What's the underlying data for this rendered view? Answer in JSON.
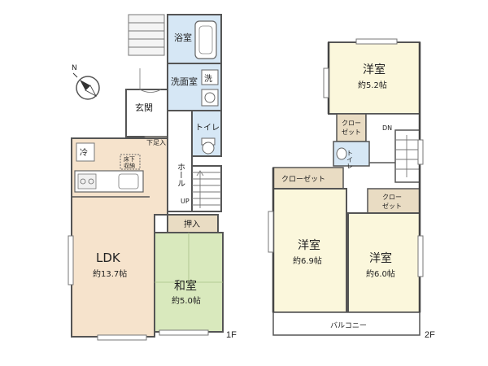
{
  "colors": {
    "ldk": "#f6e3cc",
    "washitsu": "#d9e9bd",
    "bath": "#d6e7f5",
    "corridor": "#ffffff",
    "storage": "#e9dcc3",
    "bedroom": "#fbf7dc",
    "wall": "#555555"
  },
  "icons": [
    "compass-icon",
    "bathtub-icon",
    "toilet-icon",
    "washbasin-icon",
    "stove-icon",
    "sink-icon",
    "stairs-icon"
  ],
  "floor1": {
    "tag": "1F",
    "bath": "浴室",
    "washroom": "洗面室",
    "washer": "洗",
    "entrance": "玄関",
    "toilet": "トイレ",
    "shoebox": "下足入",
    "hall": "ホール",
    "up": "UP",
    "fridge": "冷",
    "underfloor_line1": "床下",
    "underfloor_line2": "収納",
    "oshiire": "押入",
    "ldk_name": "LDK",
    "ldk_area": "約13.7帖",
    "washitsu_name": "和室",
    "washitsu_area": "約5.0帖"
  },
  "floor2": {
    "tag": "2F",
    "room1_name": "洋室",
    "room1_area": "約5.2帖",
    "closet_small_line1": "クロー",
    "closet_small_line2": "ゼット",
    "dn": "DN",
    "toilet": "トイレ",
    "closet_wide": "クローゼット",
    "closet_right_line1": "クロー",
    "closet_right_line2": "ゼット",
    "room2_name": "洋室",
    "room2_area": "約6.9帖",
    "room3_name": "洋室",
    "room3_area": "約6.0帖",
    "balcony": "バルコニー"
  }
}
